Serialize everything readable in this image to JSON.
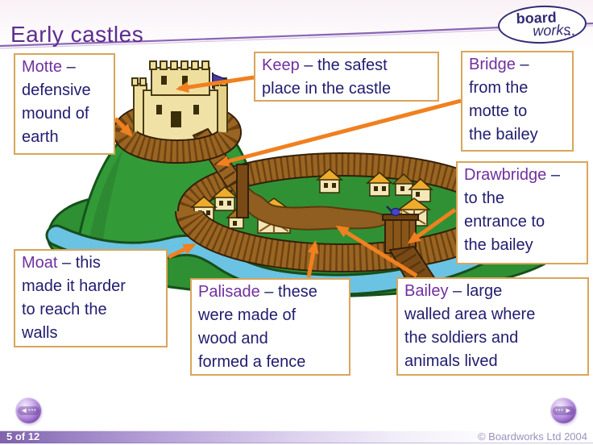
{
  "header": {
    "title": "Early castles"
  },
  "logo": {
    "line1": "board",
    "line2": "works",
    "dots": "•••"
  },
  "callouts": [
    {
      "id": "motte",
      "term": "Motte",
      "rest": "–\ndefensive\nmound of\nearth"
    },
    {
      "id": "keep",
      "term": "Keep",
      "rest": "– the safest\nplace in the castle"
    },
    {
      "id": "bridge",
      "term": "Bridge",
      "rest": "–\nfrom the\nmotte to\nthe bailey"
    },
    {
      "id": "drawbridge",
      "term": "Drawbridge",
      "rest": "–\nto the\nentrance to\nthe bailey"
    },
    {
      "id": "moat",
      "term": "Moat",
      "rest": "– this\nmade it harder\nto reach the\nwalls"
    },
    {
      "id": "palisade",
      "term": "Palisade",
      "rest": "– these\nwere made of\nwood and\nformed a fence"
    },
    {
      "id": "bailey",
      "term": "Bailey",
      "rest": "– large\nwalled area where\nthe soldiers and\nanimals lived"
    }
  ],
  "nav": {
    "prev_glyph": "◄",
    "next_glyph": "►",
    "dots": "•••"
  },
  "footer": {
    "page_indicator": "5 of 12",
    "copyright": "© Boardworks Ltd 2004"
  },
  "colors": {
    "title_purple": "#5e2c8e",
    "term_purple": "#70309f",
    "body_navy": "#201c6e",
    "box_border_tan": "#d9a55b",
    "arrow_orange": "#f08020",
    "footer_purple": "#8063ac",
    "moat_blue": "#6ac3e2",
    "grass_green": "#2f9134",
    "fence_brown": "#8a5518",
    "roof_gold": "#edac2b"
  },
  "illustration": {
    "alt": "Cartoon of a motte and bailey castle: a stone keep inside a wooden palisade on a green mound, stairs down to a large palisaded bailey with thatched huts, a drawbridge gate and a blue moat around it"
  }
}
